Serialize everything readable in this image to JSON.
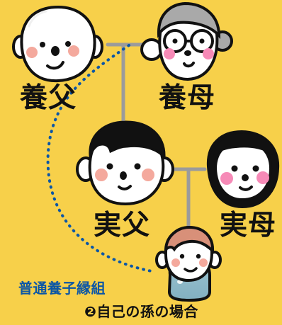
{
  "people": {
    "adoptive_father": "養父",
    "adoptive_mother": "養母",
    "biological_father": "実父",
    "biological_mother": "実母"
  },
  "relationship_label": "普通養子縁組",
  "caption": "❷自己の孫の場合",
  "colors": {
    "background": "#f7d04a",
    "outline": "#111111",
    "skin": "#ffffff",
    "cheek": "#f4a99d",
    "mother_cheek": "#f68ab7",
    "gray_hair": "#a9a9a9",
    "connector": "#9b9b9b",
    "adoption_dots": "#0b56a6",
    "child_hair": "#d89079",
    "child_clothes": "#8cb8c9"
  },
  "icons": {
    "adoptive_father": "bald-grandfather-face",
    "adoptive_mother": "grandmother-with-glasses-face",
    "biological_father": "man-face",
    "biological_mother": "woman-face",
    "child": "child-face"
  }
}
